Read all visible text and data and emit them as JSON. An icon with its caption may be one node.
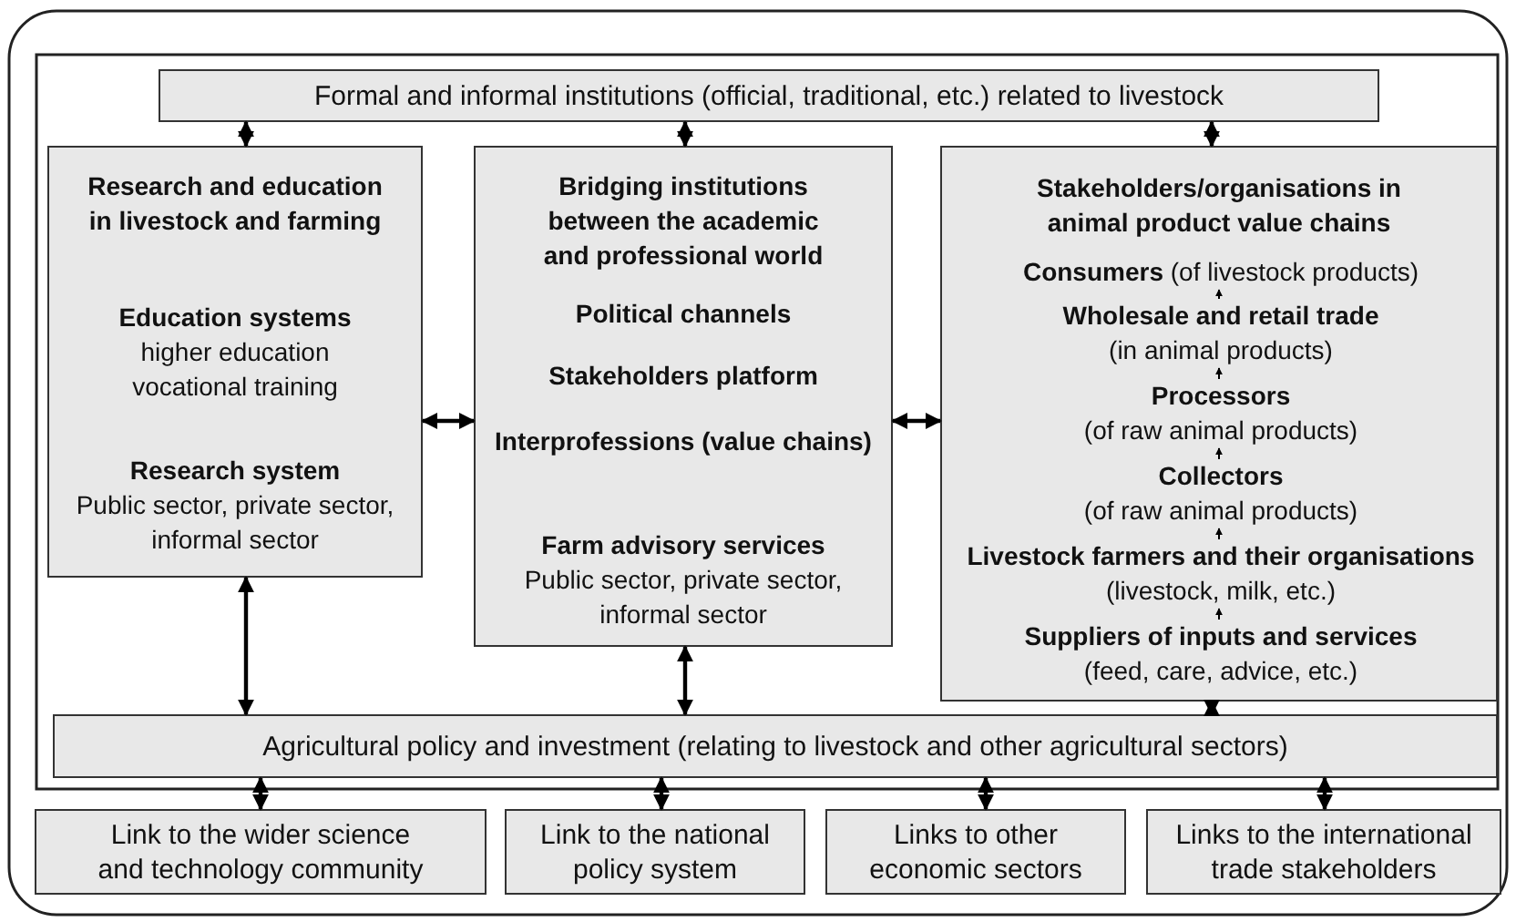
{
  "diagram": {
    "nodes": [
      {
        "text": [
          "Formal and informal institutions (official, traditional, etc.) related to livestock"
        ]
      },
      {
        "text": [
          "Research and education in livestock and farming",
          "Education systems",
          "higher education",
          "vocational training",
          "Research system",
          "Public sector, private sector, informal sector"
        ]
      },
      {
        "text": [
          "Bridging institutions between the academic and professional world",
          "Political channels",
          "Stakeholders platform",
          "Interprofessions (value chains)",
          "Farm advisory services",
          "Public sector, private sector, informal sector"
        ]
      },
      {
        "text": [
          "Stakeholders/organisations in animal product value chains"
        ]
      },
      {
        "text": [
          "**Consumers** (of livestock products)"
        ],
        "in": 3
      },
      {
        "text": [
          "Wholesale and retail trade",
          "(in animal products)"
        ],
        "in": 3
      },
      {
        "text": [
          "Processors",
          "(of raw animal products)"
        ],
        "in": 3
      },
      {
        "text": [
          "Collectors",
          "(of raw animal products)"
        ],
        "in": 3
      },
      {
        "text": [
          "**Livestock farmers and their organisations** (livestock, milk, etc.)"
        ],
        "in": 3
      },
      {
        "text": [
          "Suppliers of inputs and services",
          "(feed, care, advice, etc.)"
        ],
        "in": 3
      },
      {
        "text": [
          "Agricultural policy and investment (relating to livestock and other agricultural sectors)"
        ]
      },
      {
        "text": [
          "Link to the wider science and technology community"
        ]
      },
      {
        "text": [
          "Link to the national policy system"
        ]
      },
      {
        "text": [
          "Links to other economic sectors"
        ]
      },
      {
        "text": [
          "Links to the international trade stakeholders"
        ]
      }
    ],
    "edges": [
      {
        "from": 0,
        "to": 1,
        "arrow": "both"
      },
      {
        "from": 0,
        "to": 2,
        "arrow": "both"
      },
      {
        "from": 0,
        "to": 3,
        "arrow": "both"
      },
      {
        "from": 1,
        "to": 2,
        "arrow": "both"
      },
      {
        "from": 2,
        "to": 3,
        "arrow": "both"
      },
      {
        "from": 1,
        "to": 10,
        "arrow": "both"
      },
      {
        "from": 2,
        "to": 10,
        "arrow": "both"
      },
      {
        "from": 3,
        "to": 10,
        "arrow": "both"
      },
      {
        "from": 10,
        "to": 11,
        "arrow": "both"
      },
      {
        "from": 10,
        "to": 12,
        "arrow": "both"
      },
      {
        "from": 10,
        "to": 13,
        "arrow": "both"
      },
      {
        "from": 10,
        "to": 14,
        "arrow": "both"
      },
      {
        "from": 9,
        "to": 8,
        "arrow": "to"
      },
      {
        "from": 8,
        "to": 7,
        "arrow": "to"
      },
      {
        "from": 7,
        "to": 6,
        "arrow": "to"
      },
      {
        "from": 6,
        "to": 5,
        "arrow": "to"
      },
      {
        "from": 5,
        "to": 4,
        "arrow": "to"
      }
    ]
  }
}
